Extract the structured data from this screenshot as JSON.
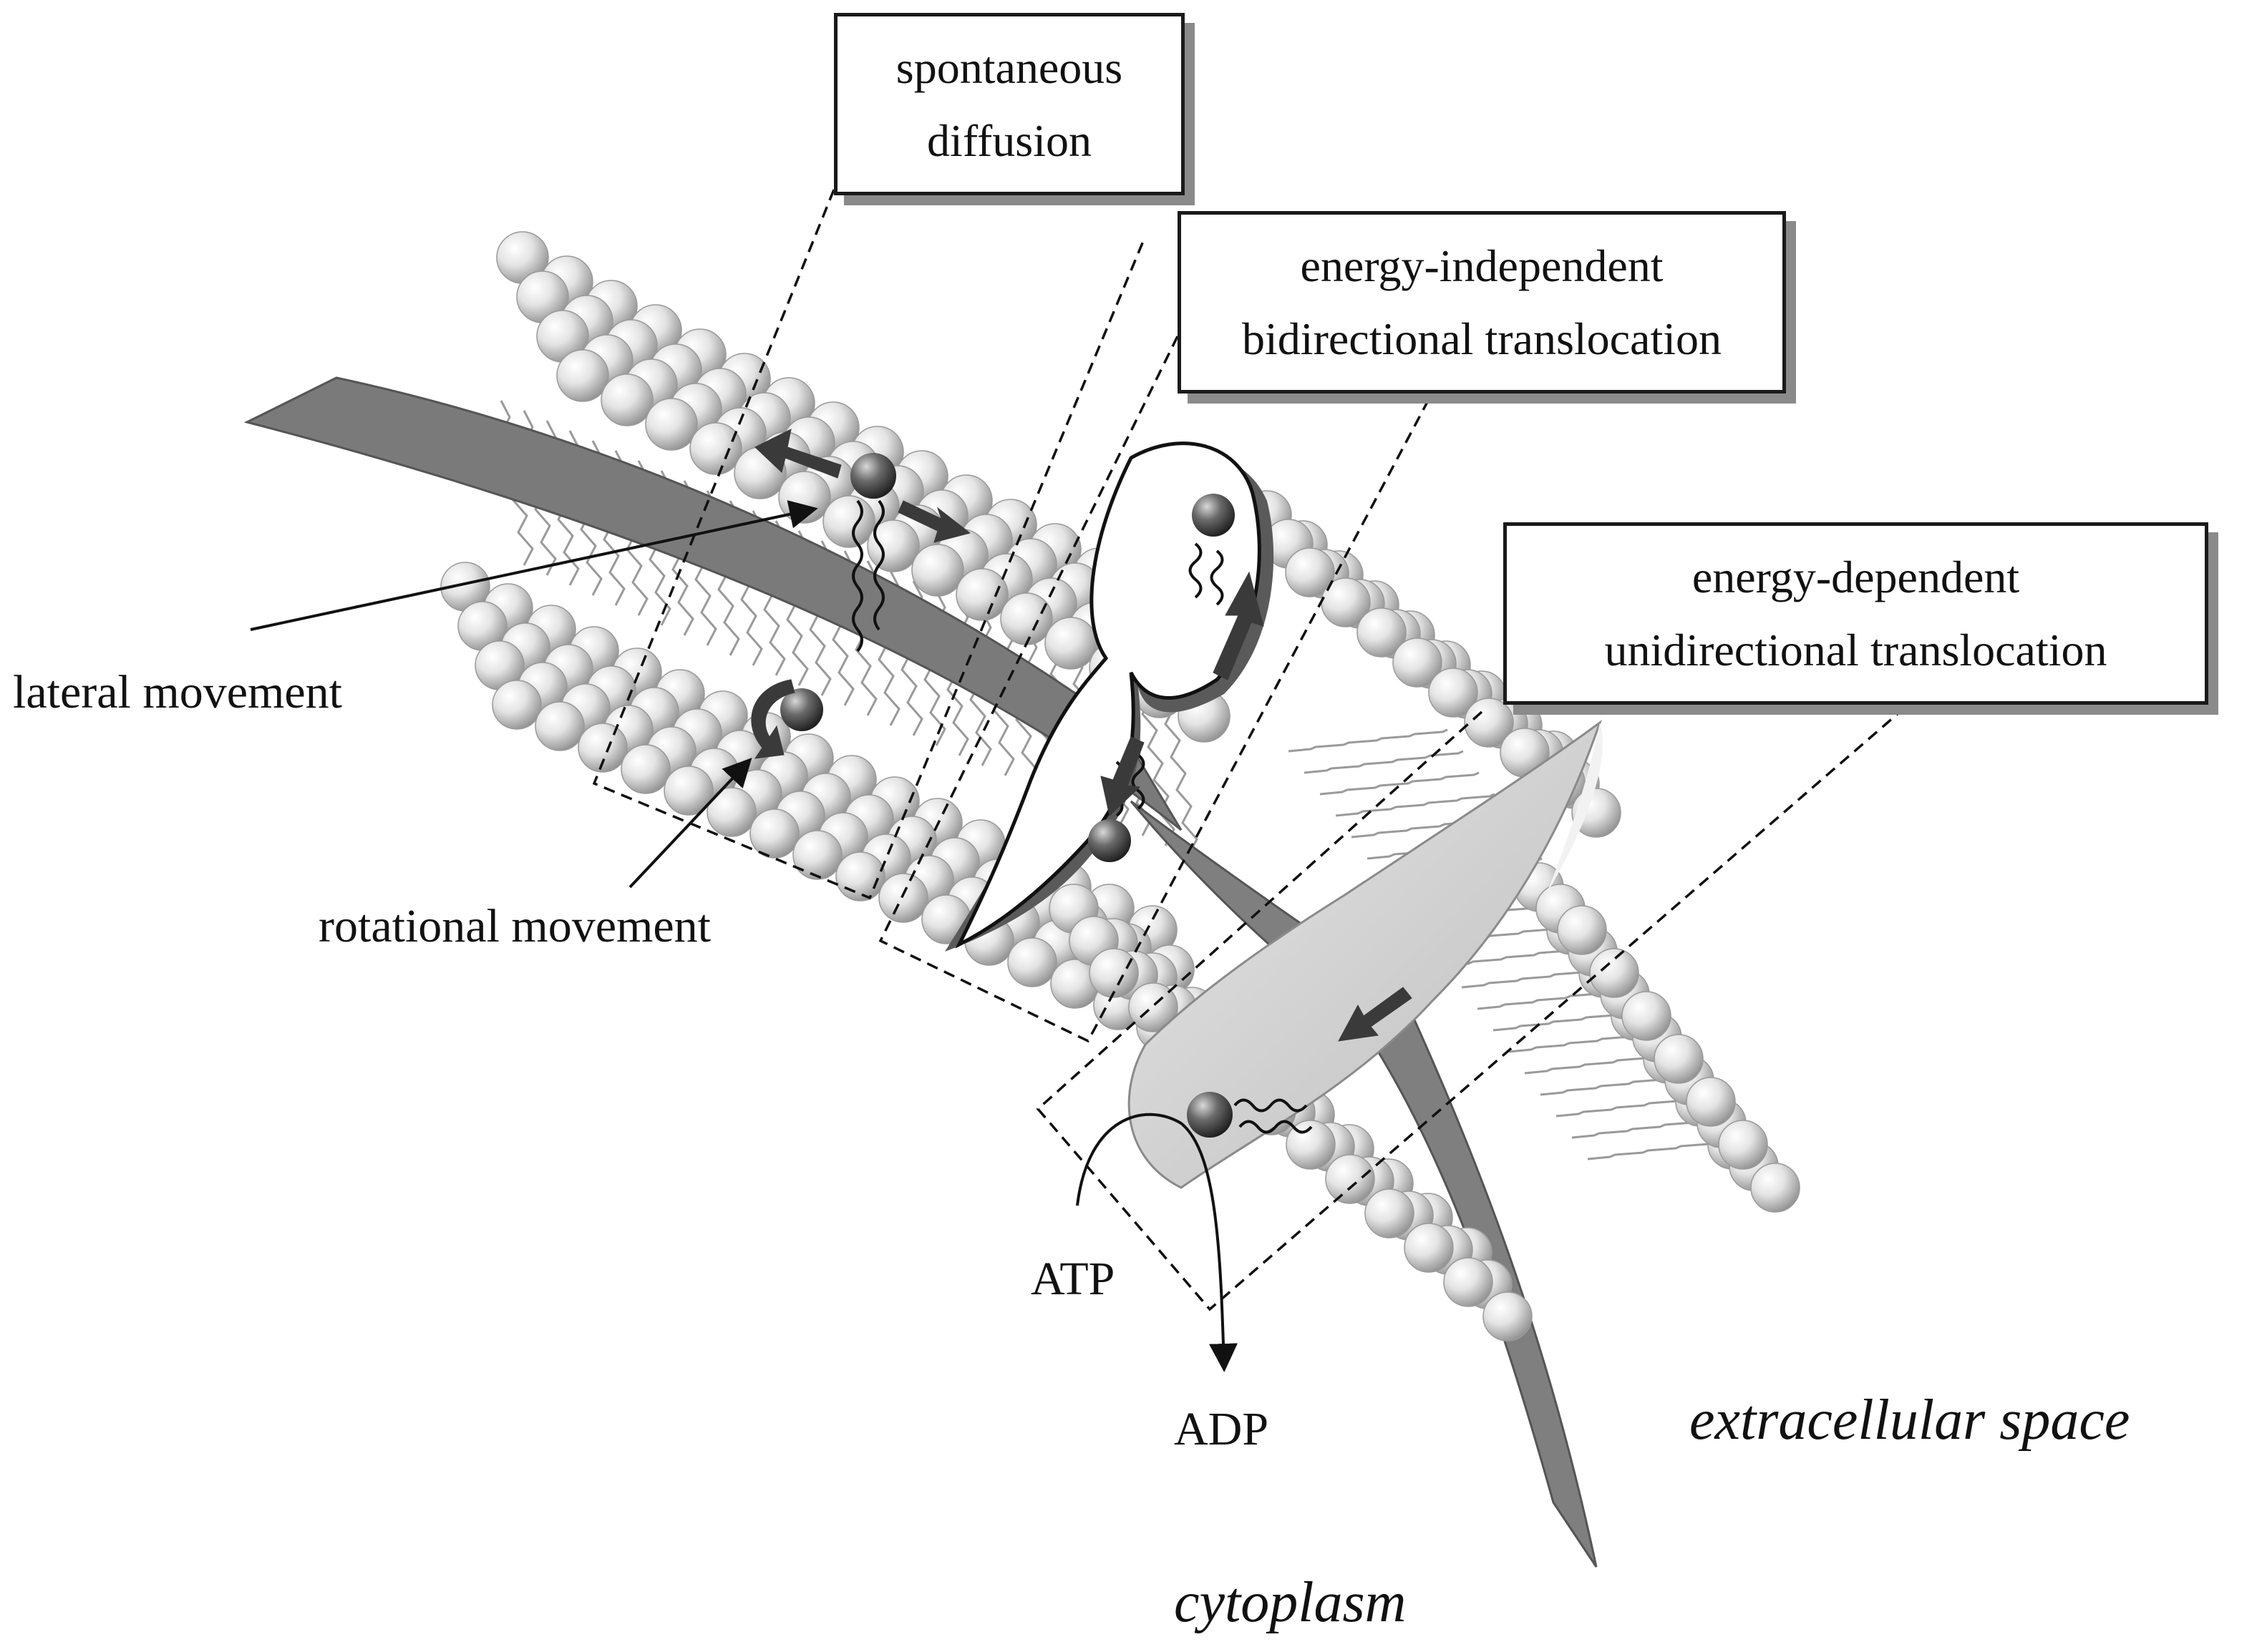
{
  "boxes": {
    "spontaneous": {
      "line1": "spontaneous",
      "line2": "diffusion"
    },
    "independent": {
      "line1": "energy-independent",
      "line2": "bidirectional translocation"
    },
    "dependent": {
      "line1": "energy-dependent",
      "line2": "unidirectional translocation"
    }
  },
  "labels": {
    "lateral": "lateral movement",
    "rotational": "rotational movement",
    "atp": "ATP",
    "adp": "ADP",
    "extracellular": "extracellular space",
    "cytoplasm": "cytoplasm"
  },
  "colors": {
    "bead_light": "#ffffff",
    "bead_dark": "#8c8c8c",
    "band": "#777777",
    "scramblase": "#ffffff",
    "flippase": "#d3d3d3",
    "arrow": "#3a3a3a"
  }
}
